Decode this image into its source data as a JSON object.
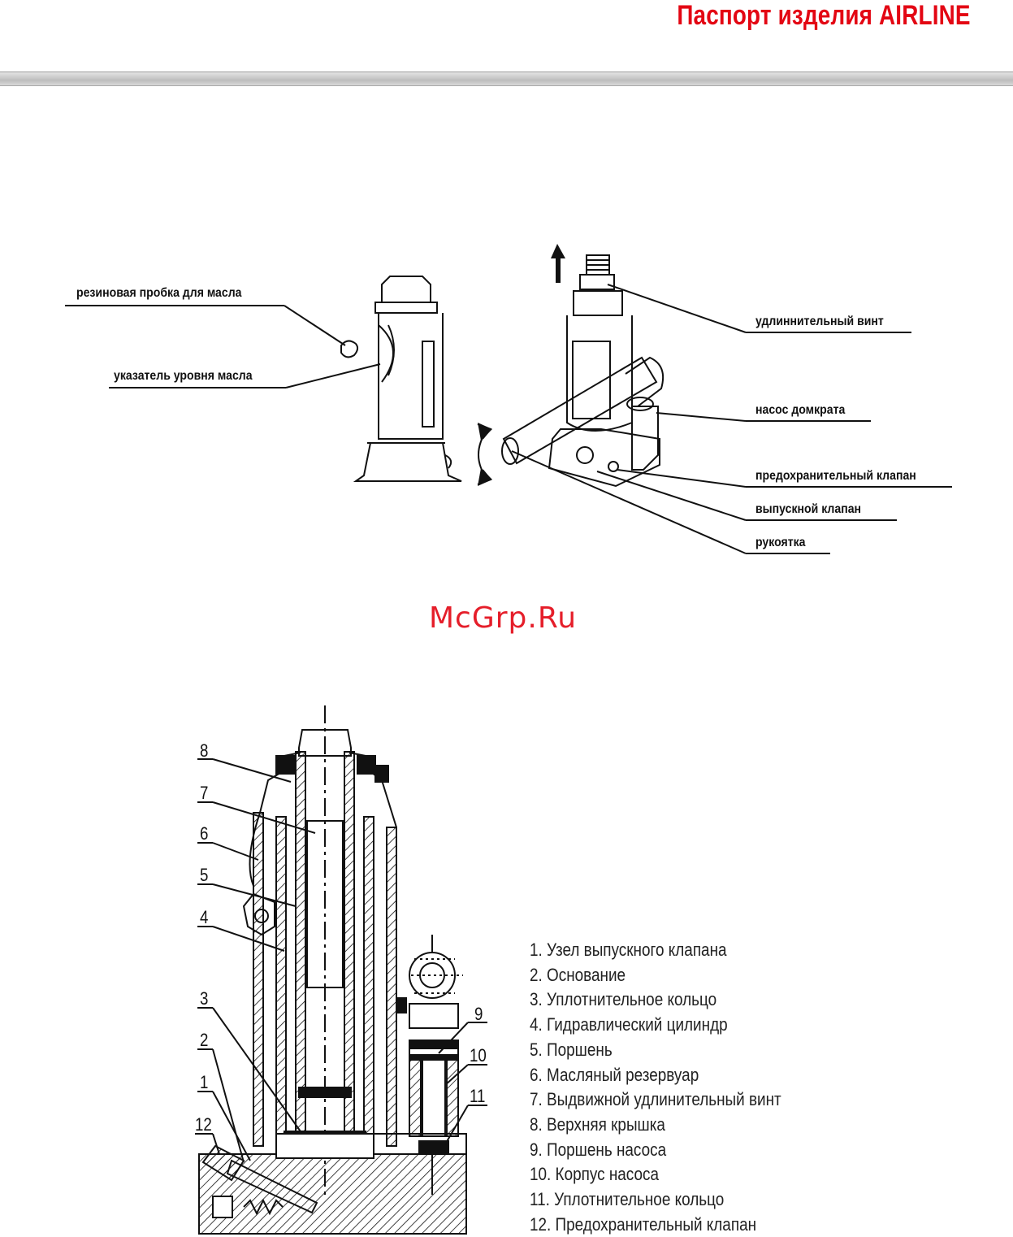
{
  "header": {
    "title": "Паспорт изделия AIRLINE"
  },
  "top_diagram": {
    "callouts": {
      "rubber_plug": "резиновая пробка для масла",
      "oil_level": "указатель уровня масла",
      "extension_screw": "удлиннительный винт",
      "pump": "насос домкрата",
      "safety_valve": "предохранительный клапан",
      "release_valve": "выпускной клапан",
      "handle": "рукоятка"
    }
  },
  "watermark": "McGrp.Ru",
  "section_diagram": {
    "part_numbers": [
      "1",
      "2",
      "3",
      "4",
      "5",
      "6",
      "7",
      "8",
      "9",
      "10",
      "11",
      "12"
    ]
  },
  "legend": {
    "items": [
      "1. Узел выпускного клапана",
      "2. Основание",
      "3. Уплотнительное кольцо",
      "4. Гидравлический цилиндр",
      "5. Поршень",
      "6. Масляный резервуар",
      "7. Выдвижной удлинительный винт",
      "8. Верхняя крышка",
      "9. Поршень насоса",
      "10. Корпус насоса",
      "11. Уплотнительное кольцо",
      "12. Предохранительный клапан"
    ]
  }
}
